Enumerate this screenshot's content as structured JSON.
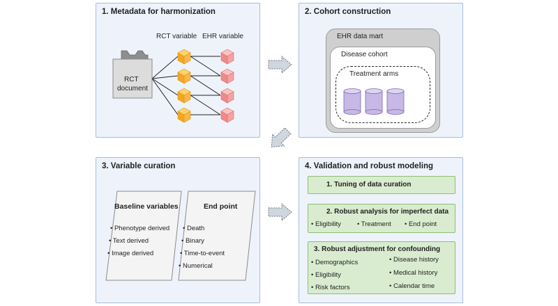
{
  "panels": {
    "p1": {
      "title": "1. Metadata for harmonization",
      "rct_variable_label": "RCT variable",
      "ehr_variable_label": "EHR variable",
      "document_label_line1": "RCT",
      "document_label_line2": "document"
    },
    "p2": {
      "title": "2. Cohort construction",
      "outer_label": "EHR data mart",
      "middle_label": "Disease cohort",
      "inner_label": "Treatment arms"
    },
    "p3": {
      "title": "3. Variable curation",
      "baseline": {
        "heading": "Baseline variables",
        "items": [
          "Phenotype derived",
          "Text derived",
          "Image derived"
        ]
      },
      "endpoint": {
        "heading": "End point",
        "items": [
          "Death",
          "Binary",
          "Time-to-event",
          "Numerical"
        ]
      }
    },
    "p4": {
      "title": "4. Validation and robust modeling",
      "box1": {
        "title": "1. Tuning of data curation"
      },
      "box2": {
        "title": "2. Robust analysis for imperfect data",
        "items": [
          "Eligibility",
          "Treatment",
          "End point"
        ]
      },
      "box3": {
        "title": "3. Robust adjustment for confounding",
        "left_items": [
          "Demographics",
          "Eligibility",
          "Risk factors"
        ],
        "right_items": [
          "Disease history",
          "Medical history",
          "Calendar time"
        ]
      }
    }
  },
  "colors": {
    "panel_bg": "#eef3fb",
    "panel_border": "#a9bbd6",
    "rct_cube": "#f5a623",
    "ehr_cube": "#f08a8a",
    "cylinder": "#c7b8e6",
    "green_box": "#d9ecd0",
    "arrow": "#d0d6de"
  }
}
